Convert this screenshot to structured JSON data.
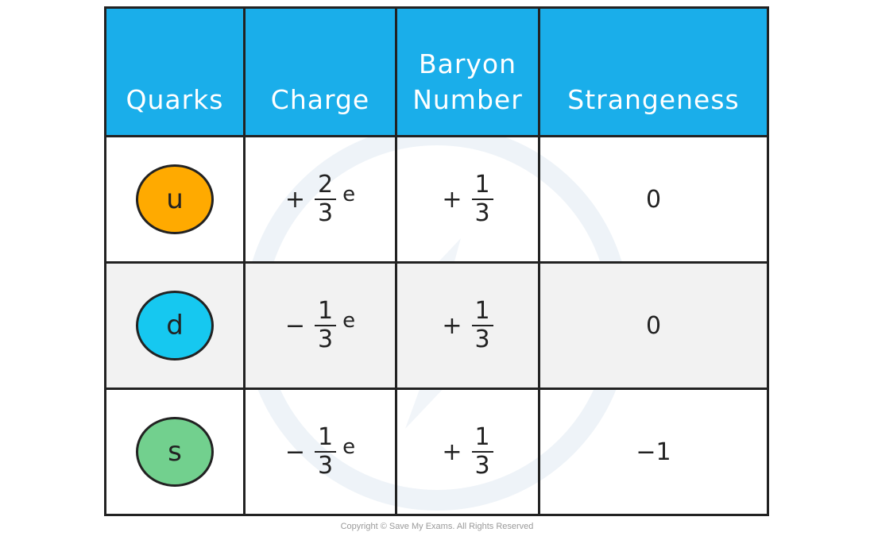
{
  "colors": {
    "header_bg": "#1aaeea",
    "header_text": "#ffffff",
    "quark_u": "#ffaa00",
    "quark_d": "#16c8f0",
    "quark_s": "#72d08e",
    "shaded_row": "#f2f2f2"
  },
  "headers": [
    "Quarks",
    "Charge",
    "Baryon Number",
    "Strangeness"
  ],
  "rows": [
    {
      "quark": "u",
      "charge": {
        "sign": "+",
        "num": "2",
        "den": "3",
        "unit": "e"
      },
      "baryon": {
        "sign": "+",
        "num": "1",
        "den": "3"
      },
      "strangeness": "0"
    },
    {
      "quark": "d",
      "charge": {
        "sign": "−",
        "num": "1",
        "den": "3",
        "unit": "e"
      },
      "baryon": {
        "sign": "+",
        "num": "1",
        "den": "3"
      },
      "strangeness": "0"
    },
    {
      "quark": "s",
      "charge": {
        "sign": "−",
        "num": "1",
        "den": "3",
        "unit": "e"
      },
      "baryon": {
        "sign": "+",
        "num": "1",
        "den": "3"
      },
      "strangeness": "−1"
    }
  ],
  "copyright": "Copyright © Save My Exams. All Rights Reserved"
}
